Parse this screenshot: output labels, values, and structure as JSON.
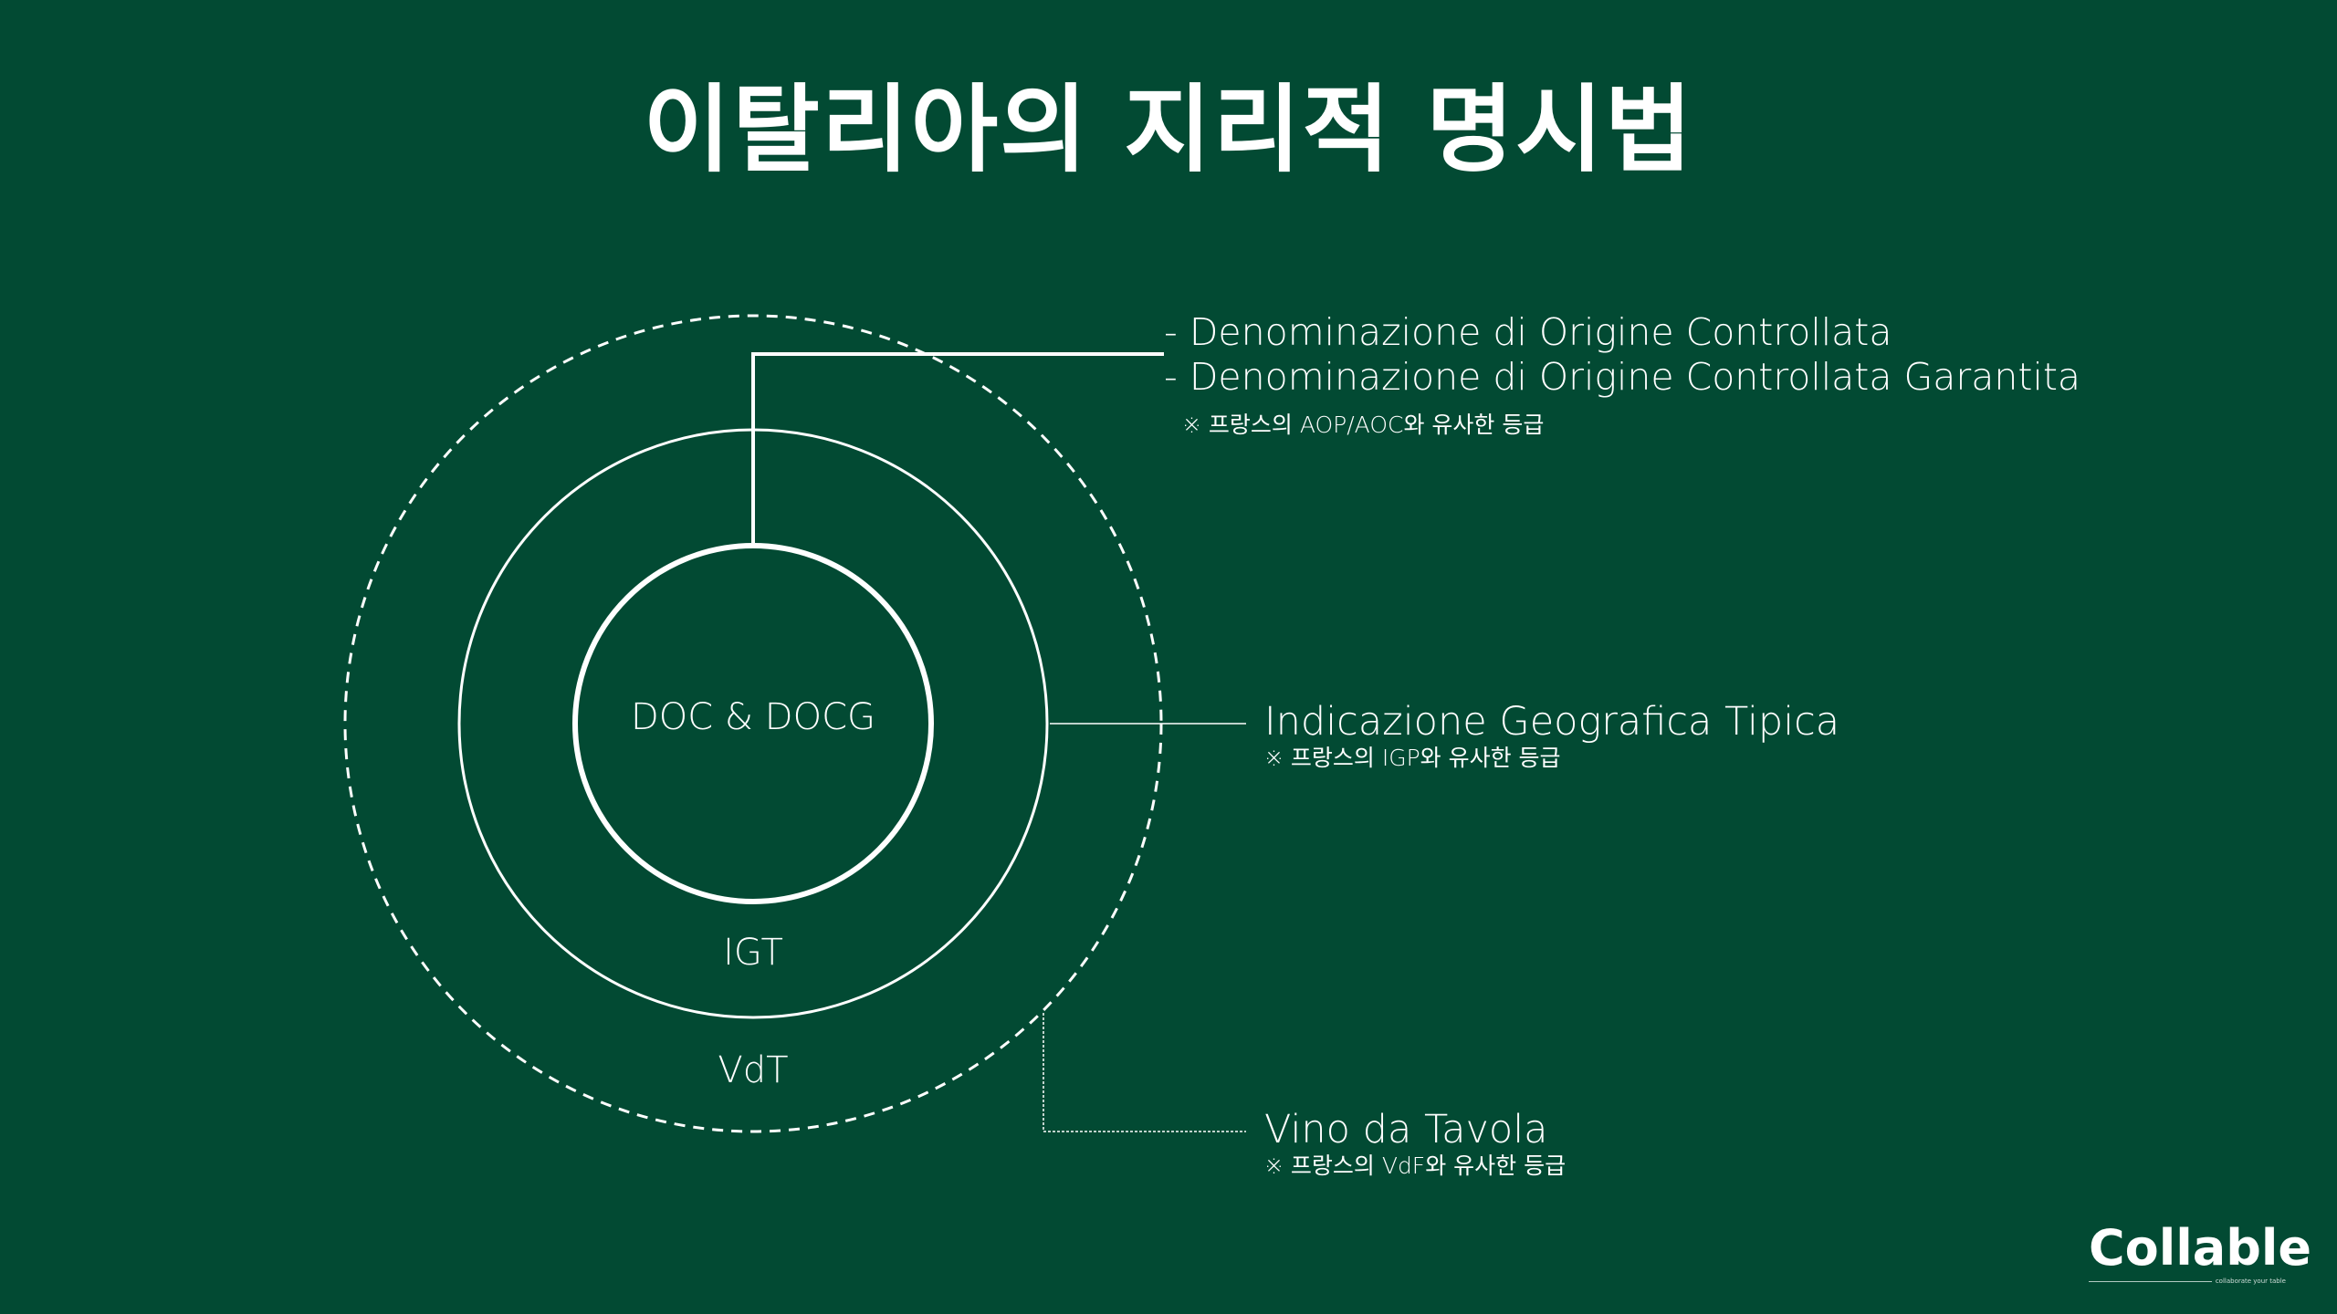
{
  "title": "이탈리아의 지리적 명시법",
  "circles": {
    "inner": "DOC & DOCG",
    "middle": "IGT",
    "outer": "VdT"
  },
  "doc": {
    "lines": [
      "- Denominazione di Origine Controllata",
      "- Denominazione di Origine Controllata Garantita"
    ],
    "note": "※ 프랑스의 AOP/AOC와 유사한 등급"
  },
  "igt": {
    "label": "Indicazione Geografica Tipica",
    "note": "※ 프랑스의 IGP와 유사한 등급"
  },
  "vdt": {
    "label": "Vino da Tavola",
    "note": "※ 프랑스의 VdF와 유사한 등급"
  },
  "brand": {
    "name": "Collable",
    "tagline": "collaborate your table"
  },
  "colors": {
    "background": "#024a33",
    "foreground": "#ffffff"
  }
}
